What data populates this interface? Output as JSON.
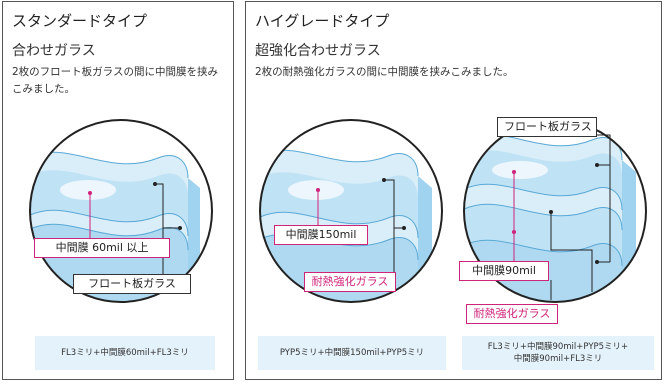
{
  "standard": {
    "type_title": "スタンダードタイプ",
    "glass_name": "合わせガラス",
    "description": "2枚のフロート板ガラスの間に中間膜を挟みこみました。",
    "labels": {
      "interlayer": "中間膜 60mil 以上",
      "float_glass": "フロート板ガラス"
    },
    "spec": "FL3ミリ+中間膜60mil+FL3ミリ"
  },
  "high_grade": {
    "type_title": "ハイグレードタイプ",
    "glass_name": "超強化合わせガラス",
    "description": "2枚の耐熱強化ガラスの間に中間膜を挟みこみました。",
    "diagram_1": {
      "labels": {
        "interlayer": "中間膜150mil",
        "heat_glass": "耐熱強化ガラス"
      },
      "spec": "PYP5ミリ+中間膜150mil+PYP5ミリ"
    },
    "diagram_2": {
      "labels": {
        "float_glass": "フロート板ガラス",
        "interlayer": "中間膜90mil",
        "heat_glass": "耐熱強化ガラス"
      },
      "spec_line1": "FL3ミリ+中間膜90mil+PYP5ミリ+",
      "spec_line2": "中間膜90mil+FL3ミリ"
    }
  },
  "colors": {
    "border": "#555555",
    "glass_blue": "#9fd3ef",
    "accent_magenta": "#d0237a",
    "spec_bg": "#e4f3fb"
  }
}
